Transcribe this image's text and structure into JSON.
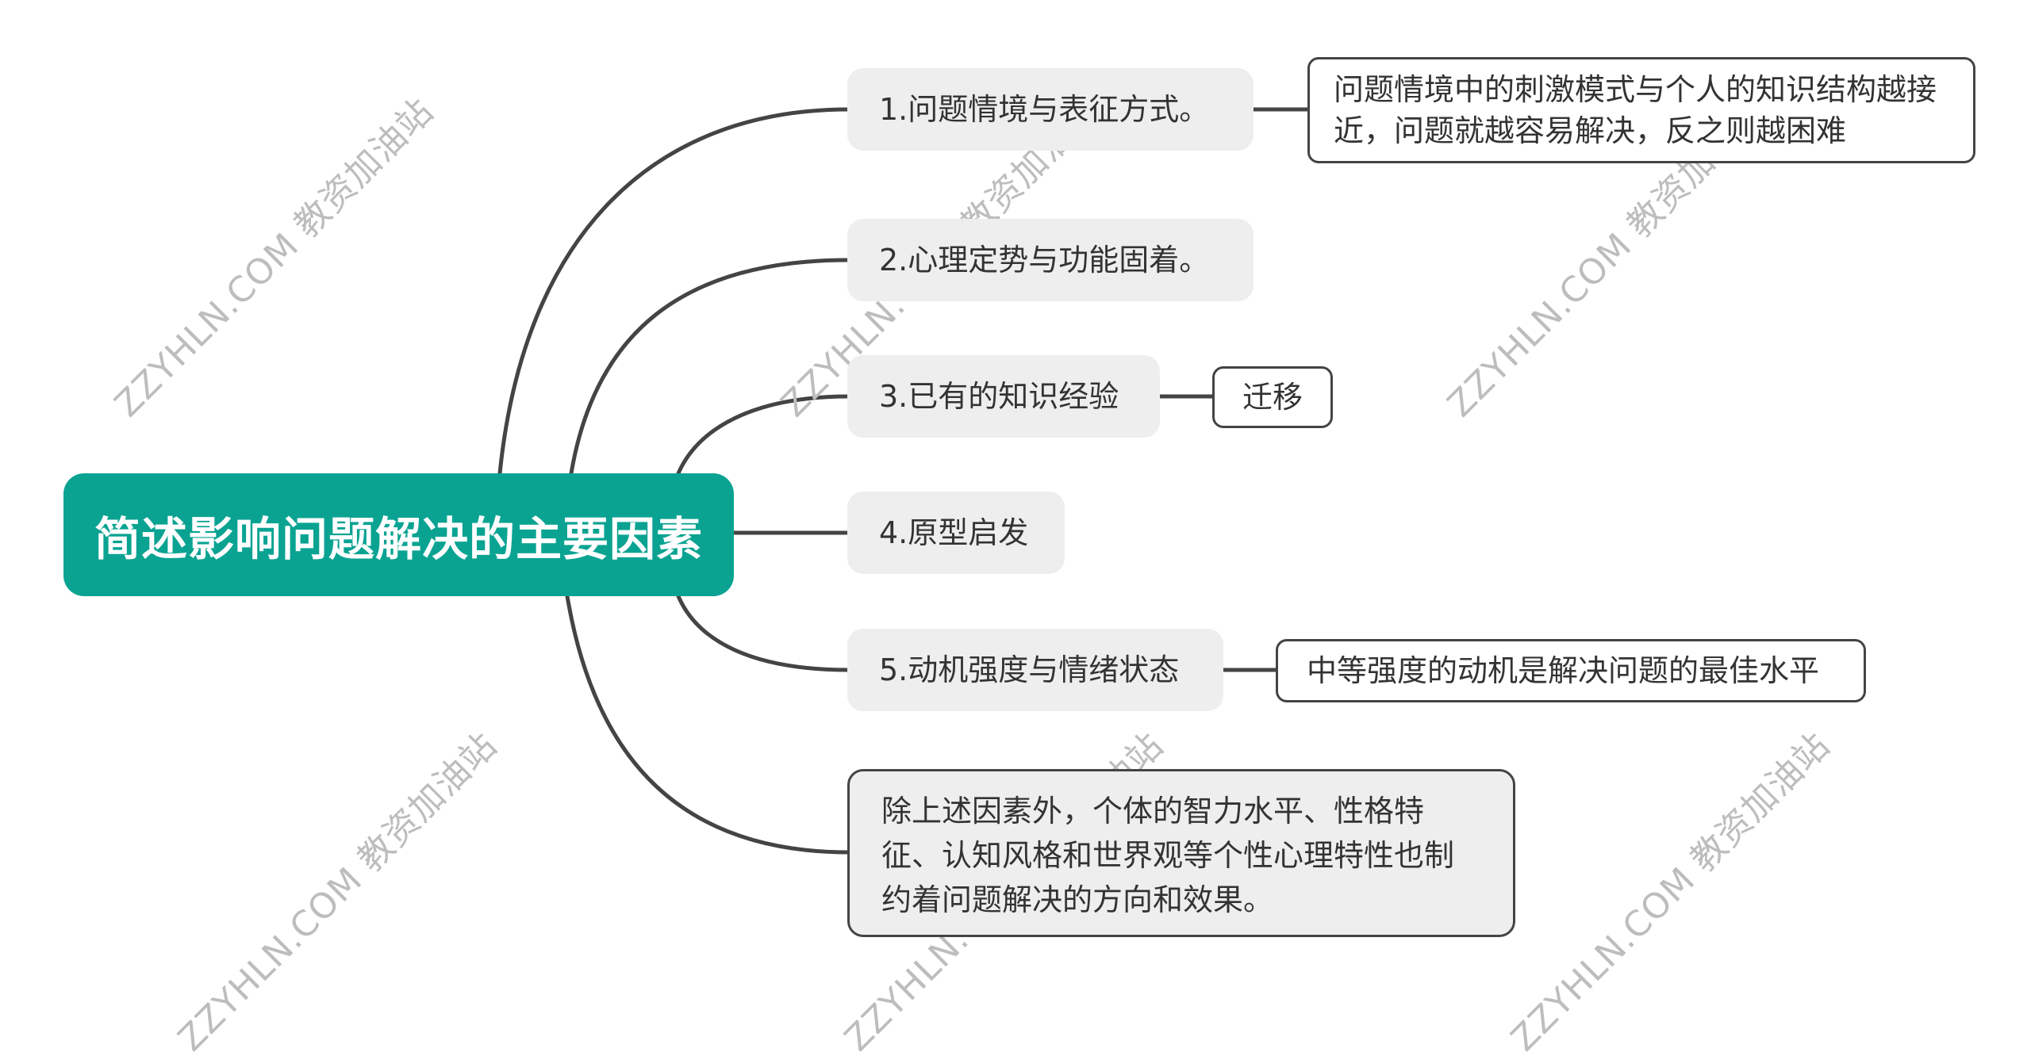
{
  "root": {
    "title": "简述影响问题解决的主要因素"
  },
  "branches": [
    {
      "label": "1.问题情境与表征方式。",
      "note": "问题情境中的刺激模式与个人的知识结构越接近，问题就越容易解决，反之则越困难"
    },
    {
      "label": "2.心理定势与功能固着。",
      "note": ""
    },
    {
      "label": "3.已有的知识经验",
      "note": "迁移"
    },
    {
      "label": "4.原型启发",
      "note": ""
    },
    {
      "label": "5.动机强度与情绪状态",
      "note": "中等强度的动机是解决问题的最佳水平"
    },
    {
      "label": "除上述因素外，个体的智力水平、性格特征、认知风格和世界观等个性心理特性也制约着问题解决的方向和效果。",
      "note": ""
    }
  ],
  "watermark": "ZZYHLN.COM 教资加油站",
  "colors": {
    "root_bg": "#0aa392",
    "topic_bg": "#eeeeee",
    "line": "#444444",
    "watermark": "#bdbdbd"
  }
}
